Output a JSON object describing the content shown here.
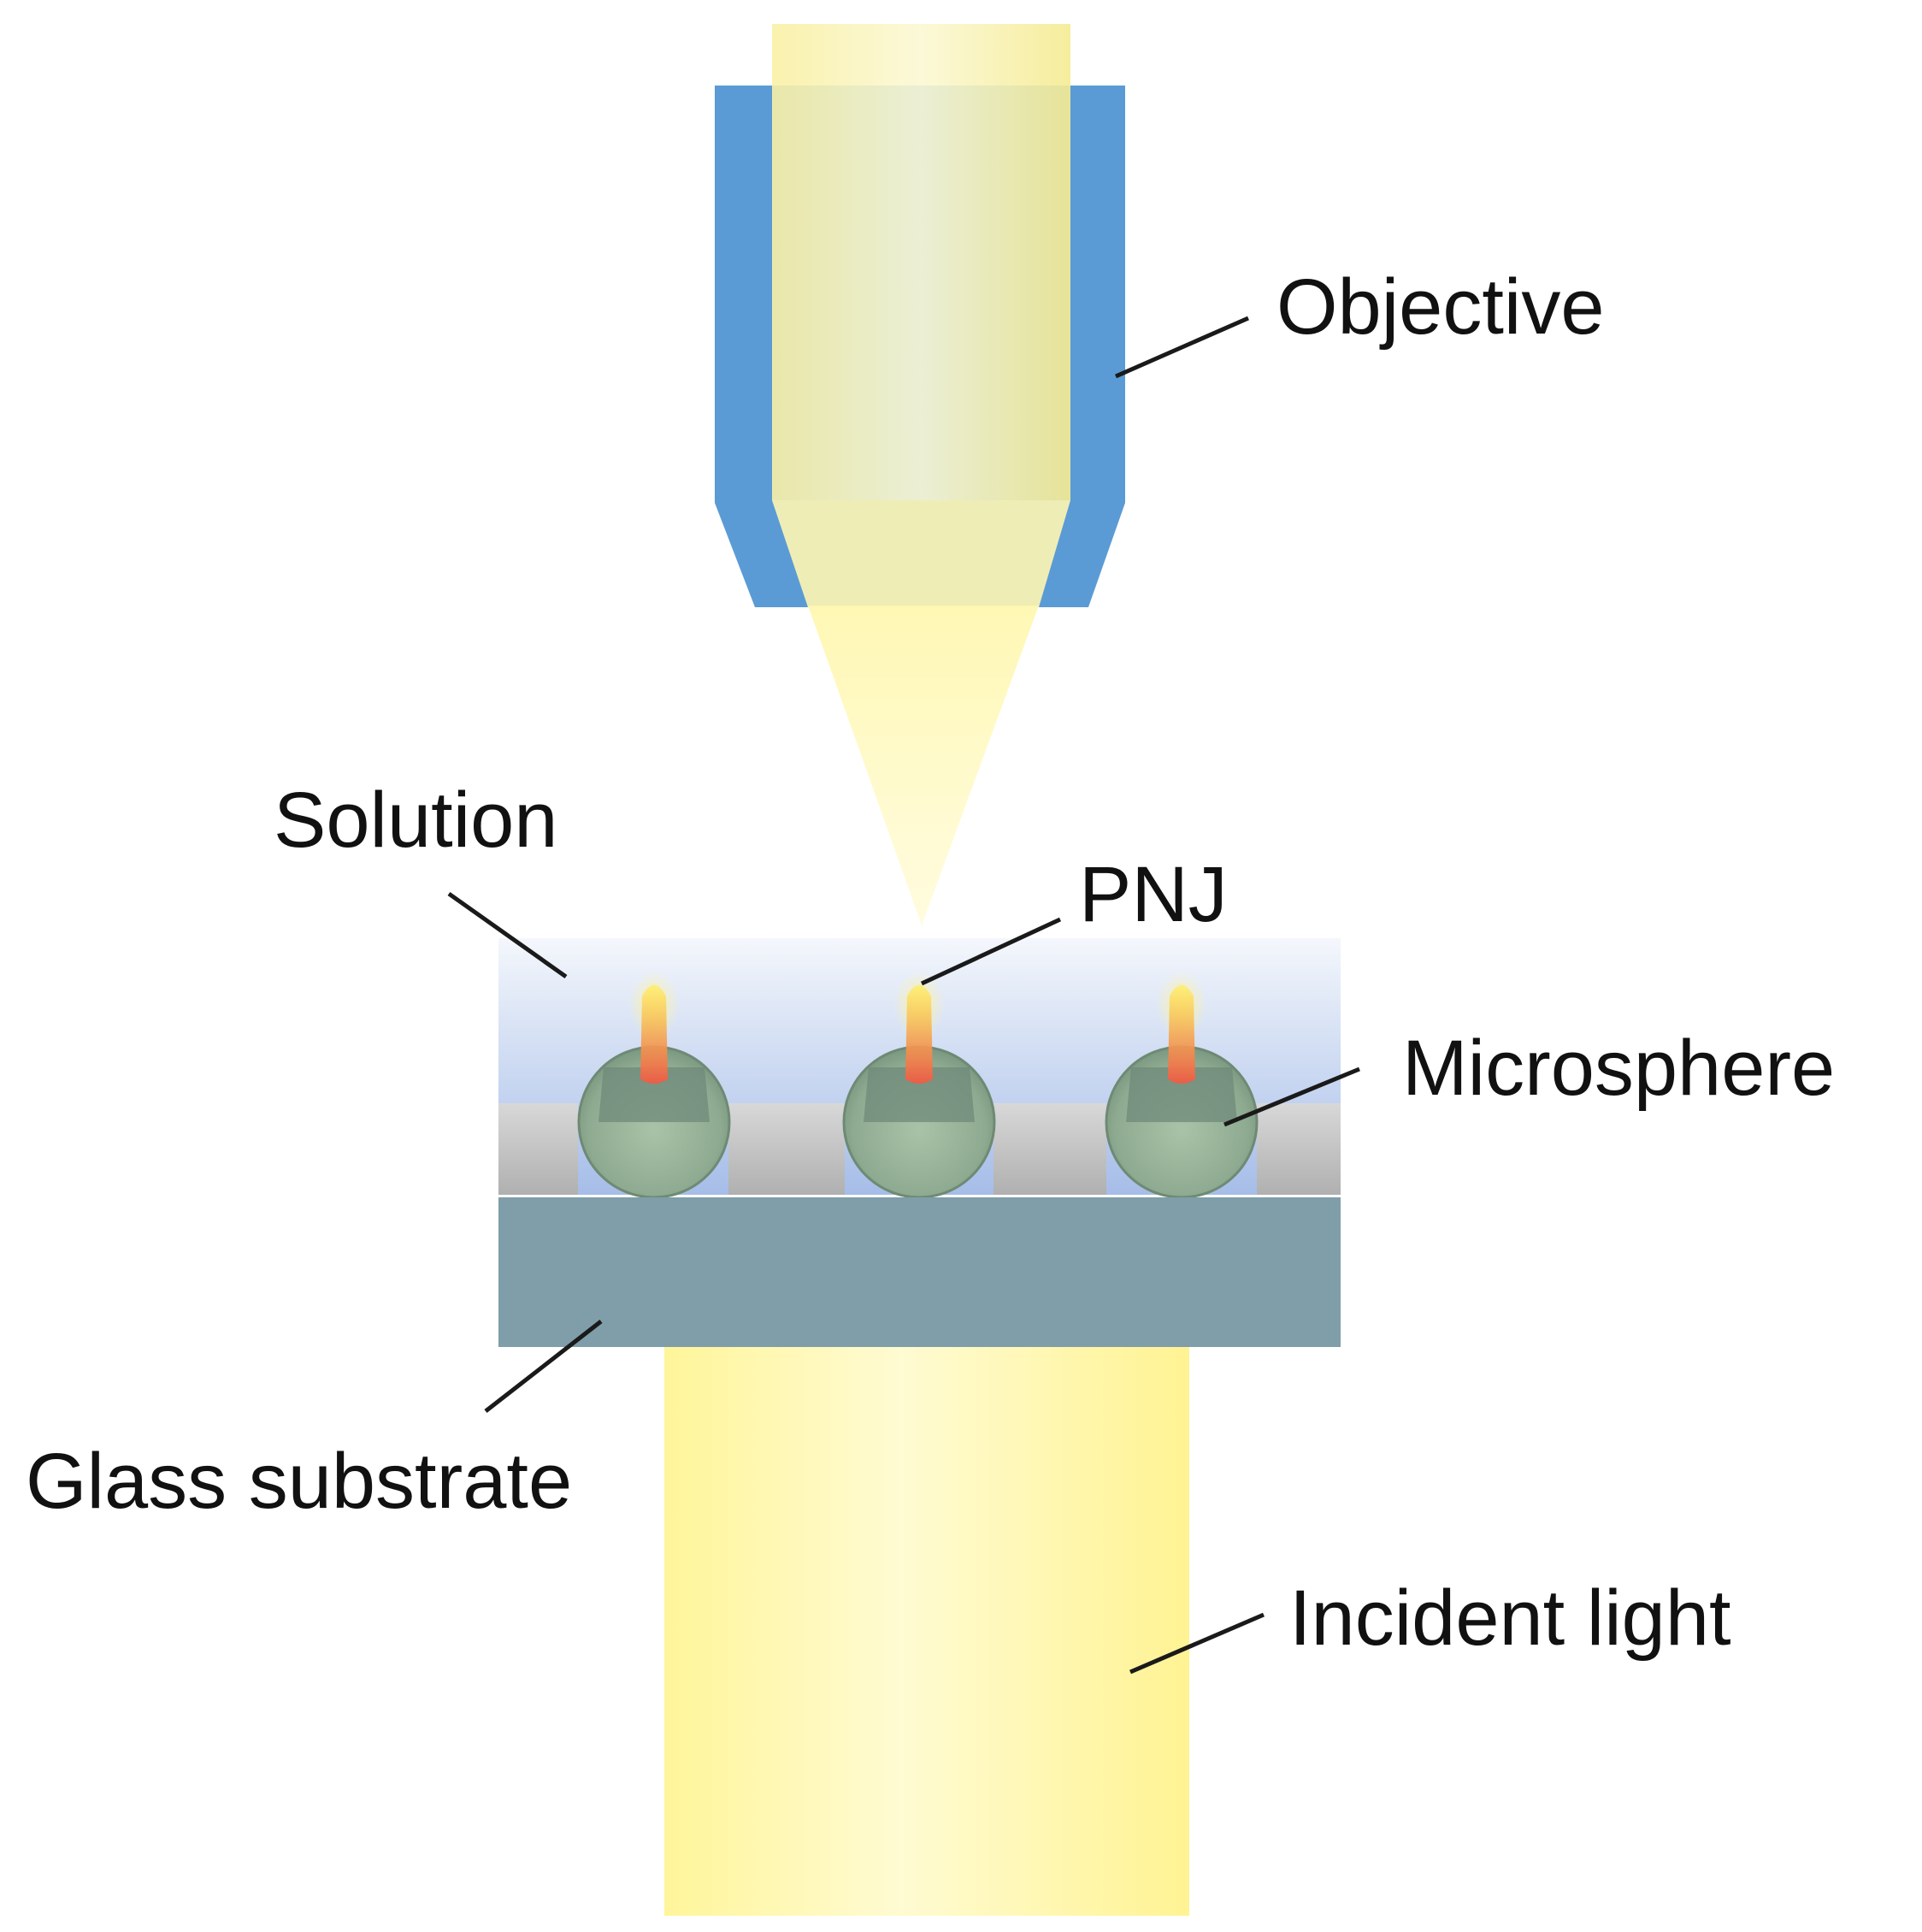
{
  "labels": {
    "objective": "Objective",
    "solution": "Solution",
    "pnj": "PNJ",
    "microsphere": "Microsphere",
    "glass_substrate": "Glass substrate",
    "incident_light": "Incident light"
  },
  "colors": {
    "objective_body": "#5b9bd5",
    "beam_yellow": "#fff6a8",
    "substrate": "#7f9ea9",
    "solution_top": "#f4f7fc",
    "solution_bottom": "#a6bde8",
    "spacer_gray": "#c6c6c6",
    "microsphere": "#95b096",
    "jet_red": "#f0644a"
  },
  "microsphere_count": 3
}
